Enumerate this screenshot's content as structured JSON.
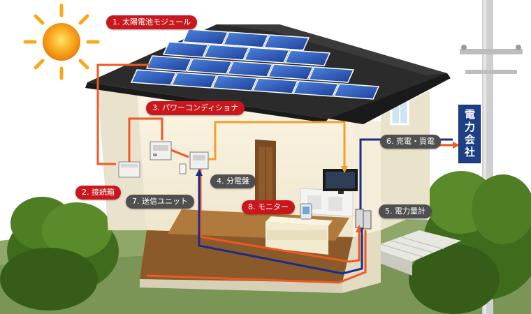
{
  "labels": {
    "solar_module": "1. 太陽電池モジュール",
    "junction_box": "2. 接続箱",
    "power_conditioner": "3. パワーコンディショナ",
    "distribution_board": "4. 分電盤",
    "meter": "5. 電力量計",
    "sell_buy": "6. 売電・買電",
    "transmitter": "7. 送信ユニット",
    "monitor": "8. モニター"
  },
  "power_company": "電力会社",
  "colors": {
    "callout_red": "#c8181e",
    "callout_gray": "#4f4f4f",
    "wire_generation": "#ee5a24",
    "wire_supply": "#f0a030",
    "wire_grid": "#1a2c8a",
    "power_company_bg": "#1d3f86",
    "roof": "#2b2b2b",
    "panel": "#2a5bb5",
    "sun": "#f7a81b"
  }
}
